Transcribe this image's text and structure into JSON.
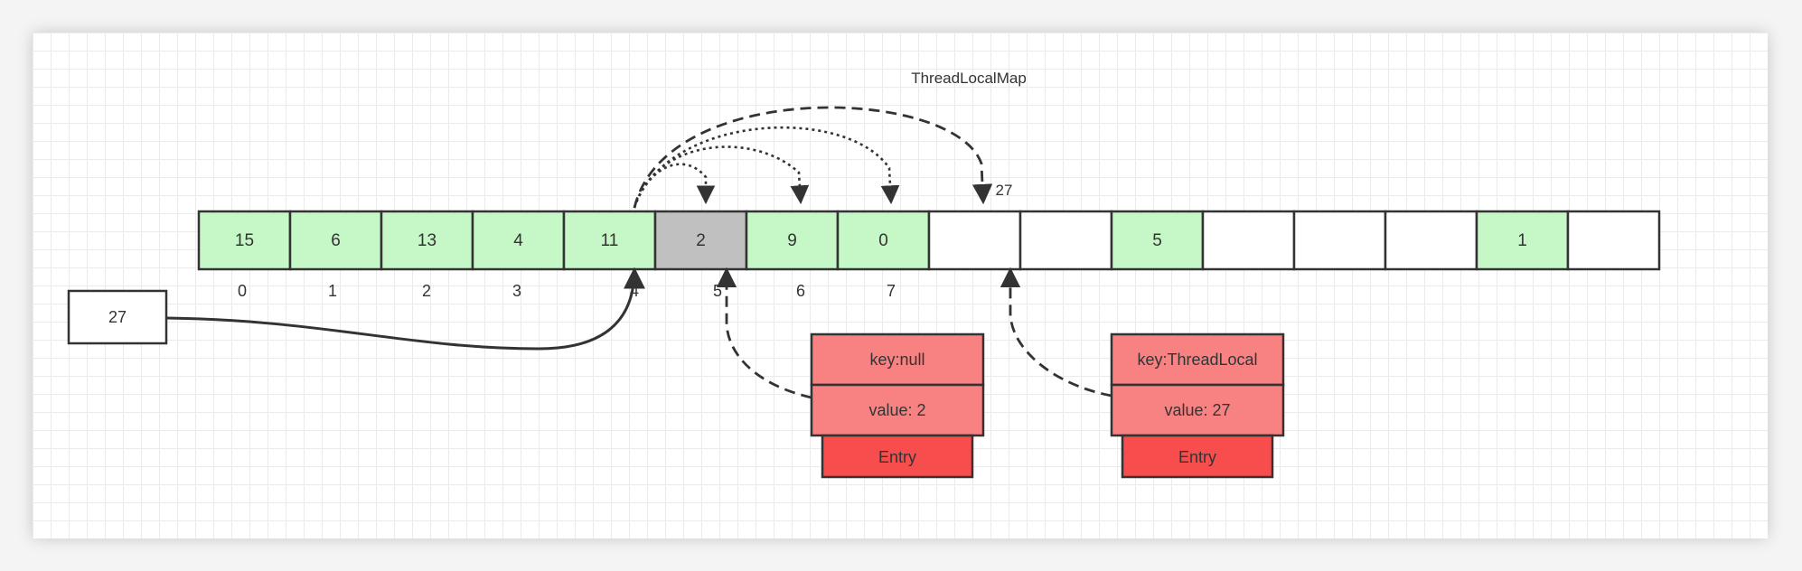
{
  "title": "ThreadLocalMap",
  "incoming_key": "27",
  "probe_target_label": "27",
  "cells": [
    {
      "value": "15",
      "state": "occupied"
    },
    {
      "value": "6",
      "state": "occupied"
    },
    {
      "value": "13",
      "state": "occupied"
    },
    {
      "value": "4",
      "state": "occupied"
    },
    {
      "value": "11",
      "state": "occupied"
    },
    {
      "value": "2",
      "state": "stale"
    },
    {
      "value": "9",
      "state": "occupied"
    },
    {
      "value": "0",
      "state": "occupied"
    },
    {
      "value": "",
      "state": "empty"
    },
    {
      "value": "",
      "state": "empty"
    },
    {
      "value": "5",
      "state": "occupied"
    },
    {
      "value": "",
      "state": "empty"
    },
    {
      "value": "",
      "state": "empty"
    },
    {
      "value": "",
      "state": "empty"
    },
    {
      "value": "1",
      "state": "occupied"
    },
    {
      "value": "",
      "state": "empty"
    }
  ],
  "indices": [
    "0",
    "1",
    "2",
    "3",
    "4",
    "5",
    "6",
    "7"
  ],
  "entries": [
    {
      "key": "key:null",
      "value": "value: 2",
      "caption": "Entry"
    },
    {
      "key": "key:ThreadLocal",
      "value": "value: 27",
      "caption": "Entry"
    }
  ],
  "colors": {
    "occupied": "#c6f7c6",
    "stale": "#c0c0c0",
    "empty": "#ffffff",
    "entry_box": "#f88282",
    "entry_caption": "#f74d4d",
    "stroke": "#333333"
  }
}
